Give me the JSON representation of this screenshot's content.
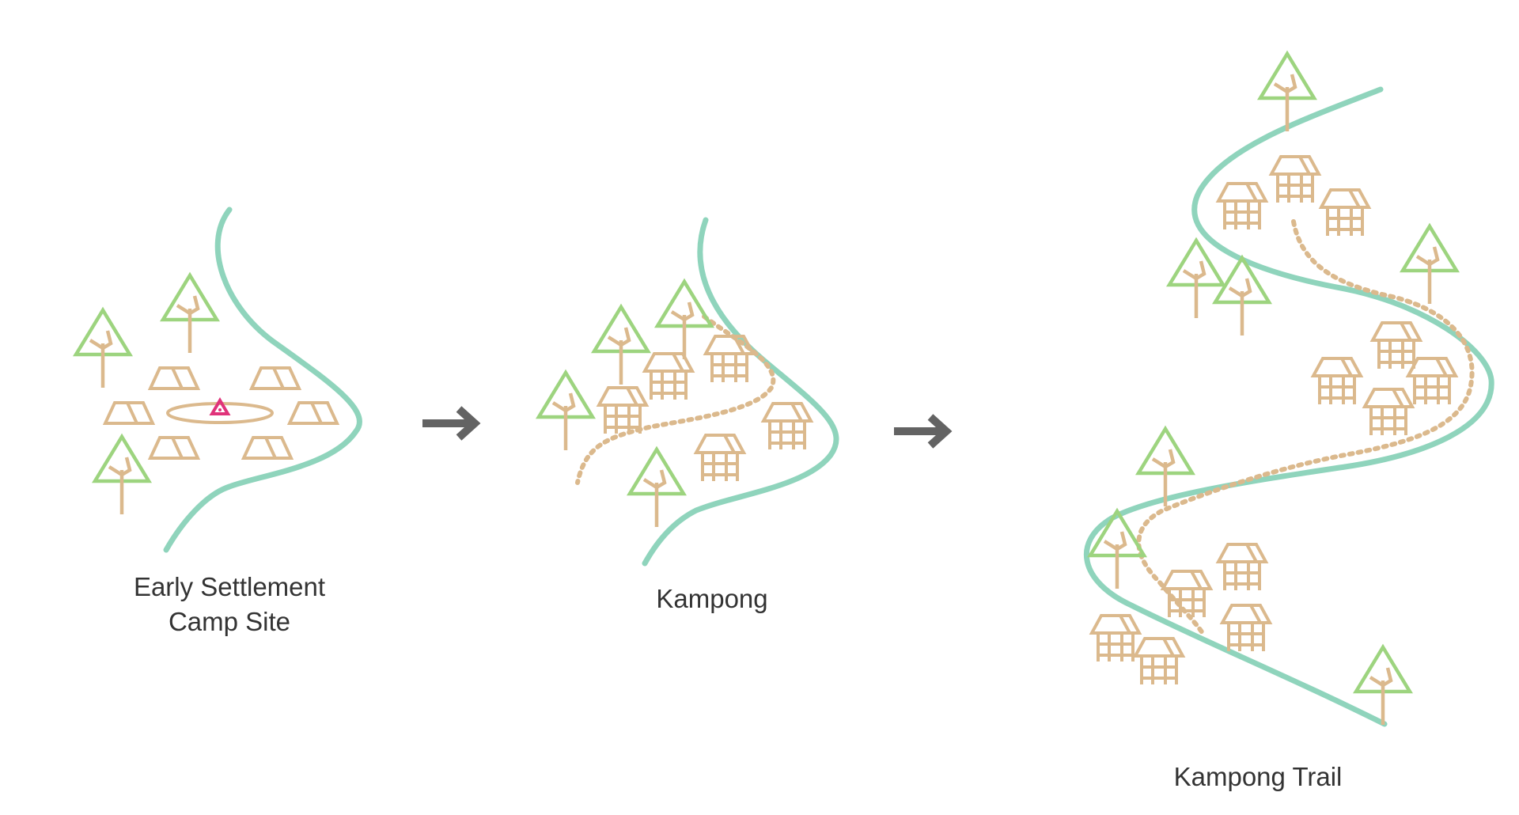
{
  "colors": {
    "river": "#8fd4bc",
    "tree_canopy": "#9dd47f",
    "wood": "#dbb98d",
    "campfire": "#e0337a",
    "arrow": "#636363",
    "text": "#333333"
  },
  "panels": [
    {
      "caption_line1": "Early Settlement",
      "caption_line2": "Camp Site"
    },
    {
      "caption_line1": "Kampong"
    },
    {
      "caption_line1": "Kampong Trail"
    }
  ],
  "icons": [
    "tree-icon",
    "tent-icon",
    "stilt-house-icon",
    "campfire-icon",
    "arrow-right-icon"
  ]
}
